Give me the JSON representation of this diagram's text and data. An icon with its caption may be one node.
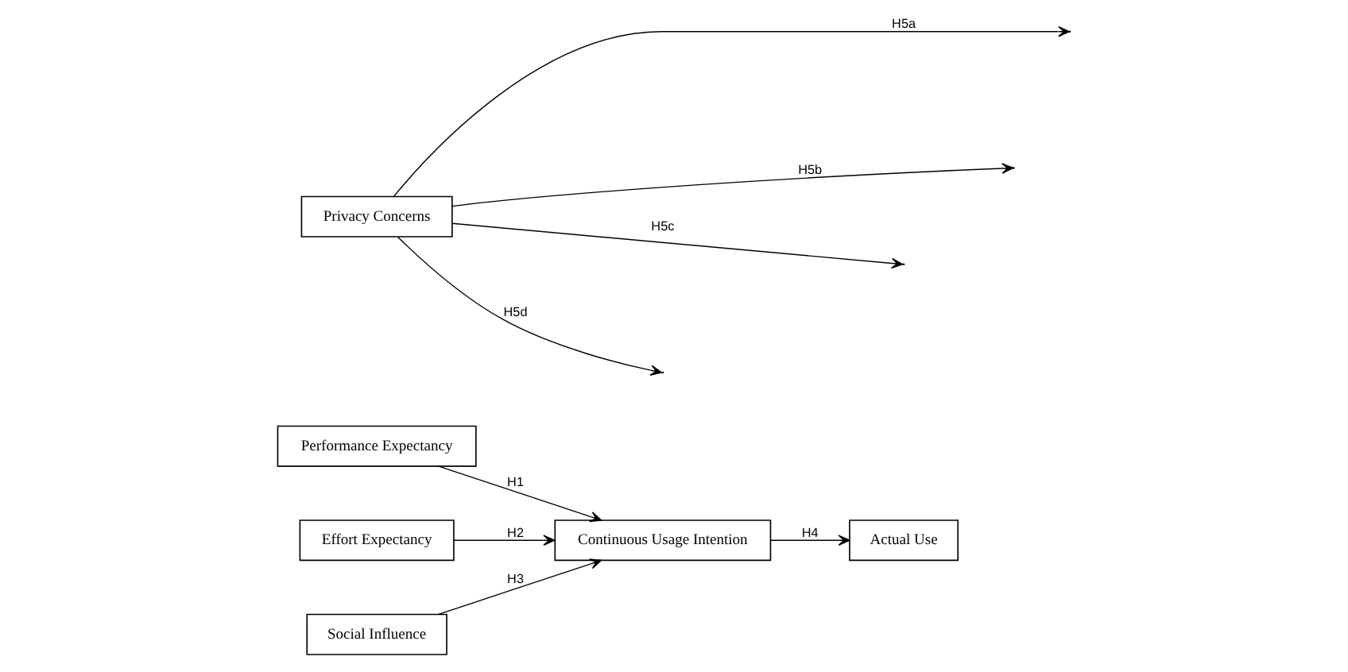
{
  "diagram": {
    "nodes": [
      {
        "text": [
          "Performance Expectancy"
        ]
      },
      {
        "text": [
          "Effort Expectancy"
        ]
      },
      {
        "text": [
          "Social Influence"
        ]
      },
      {
        "text": [
          "Continuous Usage Intention"
        ]
      },
      {
        "text": [
          "Actual Use"
        ]
      },
      {
        "text": [
          "Privacy Concerns"
        ]
      }
    ],
    "edges": [
      {
        "from": 0,
        "to": 3,
        "arrow": "to",
        "label": "H1"
      },
      {
        "from": 1,
        "to": 3,
        "arrow": "to",
        "label": "H2"
      },
      {
        "from": 2,
        "to": 3,
        "arrow": "to",
        "label": "H3"
      },
      {
        "from": 3,
        "to": 4,
        "arrow": "to",
        "label": "H4"
      },
      {
        "from": 5,
        "to": null,
        "arrow": "to",
        "label": "H5a"
      },
      {
        "from": 5,
        "to": null,
        "arrow": "to",
        "label": "H5b"
      },
      {
        "from": 5,
        "to": null,
        "arrow": "to",
        "label": "H5c"
      },
      {
        "from": 5,
        "to": null,
        "arrow": "to",
        "label": "H5d"
      }
    ]
  }
}
